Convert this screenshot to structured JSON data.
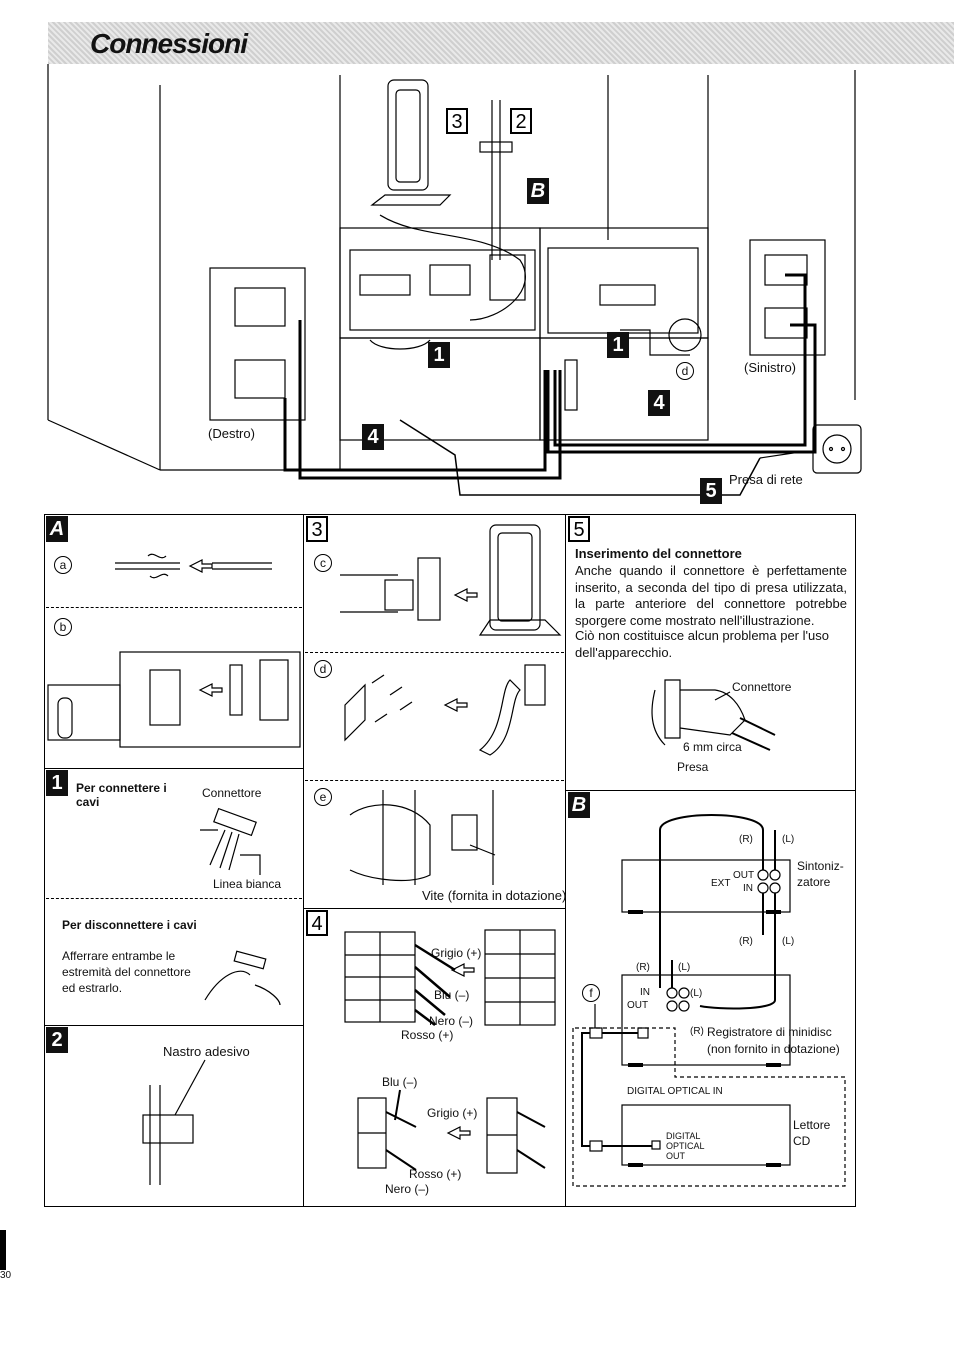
{
  "header": {
    "title": "Connessioni"
  },
  "diagram": {
    "callouts": {
      "step3": "3",
      "step2": "2",
      "sectionB": "B",
      "step1a": "1",
      "step1b": "1",
      "step4a": "4",
      "step4b": "4",
      "step5": "5",
      "d": "d"
    },
    "labels": {
      "right": "(Destro)",
      "left": "(Sinistro)",
      "outlet": "Presa di rete"
    }
  },
  "panelA": {
    "letter": "A",
    "sub_a": "a",
    "sub_b": "b"
  },
  "panel1": {
    "number": "1",
    "connect_title": "Per connettere i cavi",
    "connector_label": "Connettore",
    "white_line": "Linea bianca",
    "disconnect_title": "Per disconnettere i cavi",
    "disconnect_text": "Afferrare entrambe le estremità del connettore ed estrarlo."
  },
  "panel2": {
    "number": "2",
    "tape_label": "Nastro adesivo"
  },
  "panel3": {
    "number": "3",
    "sub_c": "c",
    "sub_d": "d",
    "sub_e": "e",
    "screw_label": "Vite (fornita in dotazione)"
  },
  "panel4": {
    "number": "4",
    "grey_plus": "Grigio (+)",
    "blue_minus": "Blu (–)",
    "black_minus": "Nero (–)",
    "red_plus": "Rosso (+)",
    "blue_minus2": "Blu (–)",
    "grey_plus2": "Grigio (+)",
    "red_plus2": "Rosso (+)",
    "black_minus2": "Nero (–)"
  },
  "panel5": {
    "number": "5",
    "heading": "Inserimento del connettore",
    "text": "Anche quando il connettore è perfettamente inserito, a seconda del tipo di presa utilizzata, la parte anteriore del connettore potrebbe sporgere come mostrato nell'illustrazione.",
    "text2": "Ciò non costituisce alcun problema per l'uso dell'apparecchio.",
    "connector": "Connettore",
    "approx": "6 mm circa",
    "socket": "Presa"
  },
  "panelB": {
    "letter": "B",
    "r1": "(R)",
    "l1": "(L)",
    "tuner": "Sintoniz-\nzatore",
    "ext": "EXT",
    "out": "OUT",
    "in": "IN",
    "r2": "(R)",
    "l2": "(L)",
    "r3": "(R)",
    "l3": "(L)",
    "in2": "IN",
    "out2": "OUT",
    "l4": "(L)",
    "f": "f",
    "r4": "(R)",
    "minidisc": "Registratore di minidisc",
    "not_supplied": "(non fornito in dotazione)",
    "digital_in": "DIGITAL OPTICAL IN",
    "cd": "Lettore\nCD",
    "digital_out1": "DIGITAL",
    "digital_out2": "OPTICAL",
    "digital_out3": "OUT"
  },
  "footer": {
    "page": "30"
  }
}
